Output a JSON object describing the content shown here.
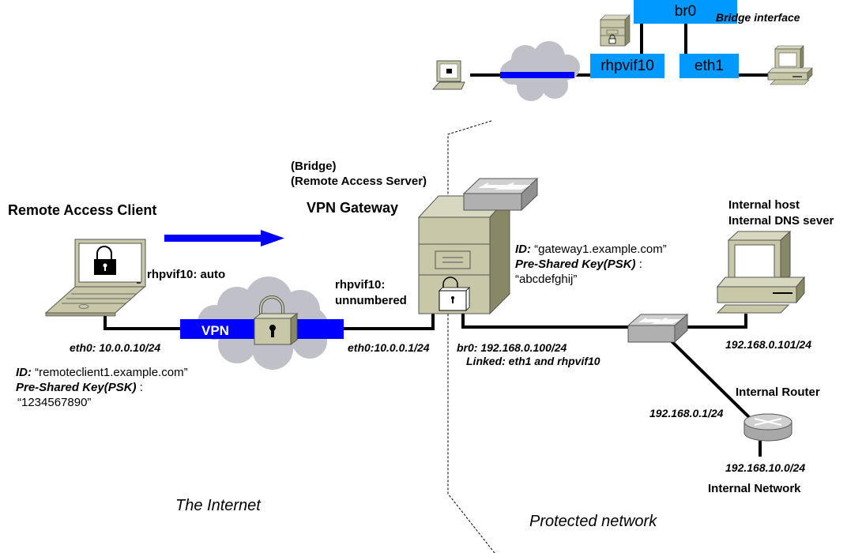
{
  "colors": {
    "bridge_box": "#0099ff",
    "vpn_tunnel": "#0000ff",
    "arrow": "#0000ff",
    "device_body": "#c8c8a8",
    "device_side": "#888866",
    "cloud": "#c0c0c8",
    "switch": "#b0b0b0"
  },
  "inset": {
    "bridge_label": "Bridge interface",
    "boxes": {
      "br0": "br0",
      "rhpvif10": "rhpvif10",
      "eth1": "eth1"
    },
    "icons": [
      "laptop-lock-icon",
      "cloud-icon",
      "server-lock-icon",
      "desktop-icon"
    ]
  },
  "client": {
    "title": "Remote Access Client",
    "iface": "rhpvif10: auto",
    "eth0": "eth0: 10.0.0.10/24",
    "id_label": "ID:",
    "id_value": "“remoteclient1.example.com”",
    "psk_label": "Pre-Shared Key(PSK)",
    "psk_sep": " :",
    "psk_value": "“1234567890”"
  },
  "tunnel": {
    "label": "VPN"
  },
  "gateway": {
    "role1": "(Bridge)",
    "role2": "(Remote Access Server)",
    "title": "VPN Gateway",
    "iface1": "rhpvif10:",
    "iface2": "unnumbered",
    "eth0": "eth0:10.0.0.1/24",
    "br0": "br0: 192.168.0.100/24",
    "linked": "Linked: eth1 and rhpvif10",
    "id_label": "ID:",
    "id_value": "“gateway1.example.com”",
    "psk_label": "Pre-Shared Key(PSK)",
    "psk_sep": " :",
    "psk_value": "“abcdefghij”"
  },
  "internal_host": {
    "line1": "Internal host",
    "line2": "Internal DNS sever",
    "ip": "192.168.0.101/24"
  },
  "router": {
    "title": "Internal Router",
    "ip": "192.168.0.1/24",
    "network_ip": "192.168.10.0/24",
    "network_label": "Internal Network"
  },
  "zones": {
    "internet": "The Internet",
    "protected": "Protected network"
  }
}
